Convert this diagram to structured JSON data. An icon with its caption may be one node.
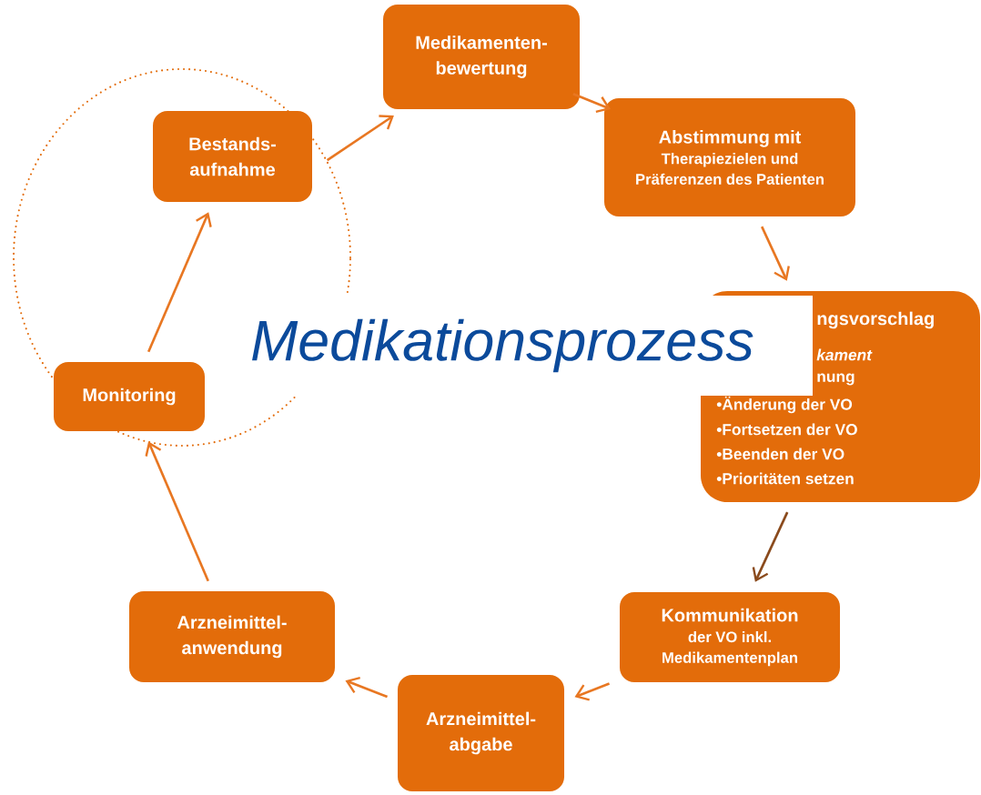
{
  "diagram": {
    "title": "Medikationsprozess",
    "nodes": [
      {
        "text": [
          "Medikamenten- bewertung"
        ]
      },
      {
        "text": [
          "Abstimmung mit",
          "Therapiezielen und Präferenzen des Patienten"
        ]
      },
      {
        "text": [
          "ngsvorschlag",
          "kament",
          "nung",
          "•Änderung der VO",
          "•Fortsetzen der VO",
          "•Beenden der VO",
          "•Prioritäten setzen"
        ]
      },
      {
        "text": [
          "Kommunikation",
          "der VO inkl. Medikamentenplan"
        ]
      },
      {
        "text": [
          "Arzneimittel- abgabe"
        ]
      },
      {
        "text": [
          "Arzneimittel- anwendung"
        ]
      },
      {
        "text": [],
        "shape": "ellipse"
      },
      {
        "text": [
          "Monitoring"
        ],
        "in": 6
      },
      {
        "text": [
          "Bestands- aufnahme"
        ],
        "in": 6
      }
    ],
    "edges": [
      {
        "from": 6,
        "to": 0,
        "arrow": "to"
      },
      {
        "from": 0,
        "to": 1,
        "arrow": "to"
      },
      {
        "from": 1,
        "to": 2,
        "arrow": "to"
      },
      {
        "from": 2,
        "to": 3,
        "arrow": "to",
        "color": "#8a4a1c"
      },
      {
        "from": 3,
        "to": 4,
        "arrow": "to"
      },
      {
        "from": 4,
        "to": 5,
        "arrow": "to"
      },
      {
        "from": 5,
        "to": 7,
        "arrow": "to"
      },
      {
        "from": 7,
        "to": 8,
        "arrow": "to"
      }
    ]
  }
}
